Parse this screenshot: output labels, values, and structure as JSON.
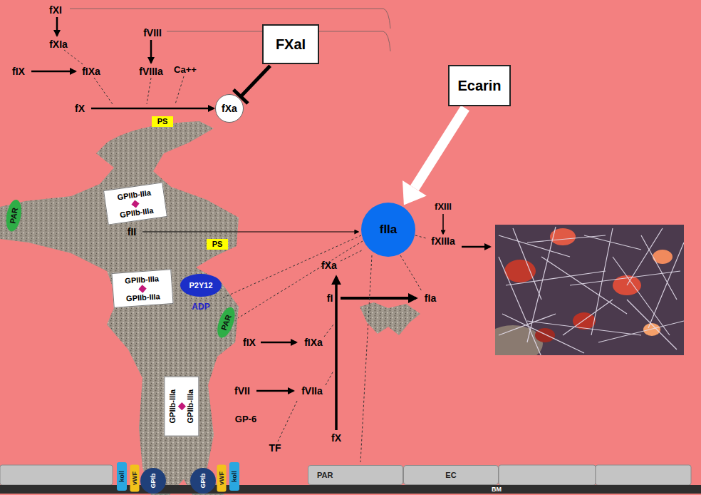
{
  "diagram": {
    "nodes": [
      {
        "text": [
          "FXaI"
        ]
      },
      {
        "text": [
          "Ecarin"
        ]
      },
      {
        "text": [
          "fXa"
        ]
      },
      {
        "text": [
          "PS"
        ]
      },
      {
        "text": [
          "PAR"
        ]
      },
      {
        "text": [
          "GPIIb-IIIa",
          "GPIIb-IIIa"
        ]
      },
      {
        "text": [
          "fIIa"
        ]
      },
      {
        "text": [
          "PS"
        ]
      },
      {
        "text": [
          "GPIIb-IIIa",
          "GPIIb-IIIa"
        ]
      },
      {
        "text": [
          "P2Y12"
        ]
      },
      {
        "text": [
          "PAR"
        ]
      },
      {
        "text": [
          "GPIIb-IIIa",
          "GPIIb-IIIa"
        ]
      },
      {
        "text": [
          "PAR"
        ]
      },
      {
        "text": [
          "EC"
        ]
      },
      {
        "text": [
          "BM"
        ]
      },
      {
        "text": [
          "koll"
        ]
      },
      {
        "text": [
          "vWF"
        ]
      },
      {
        "text": [
          "GPIb"
        ]
      },
      {
        "text": [
          "GPIb"
        ]
      },
      {
        "text": [
          "vWF"
        ]
      },
      {
        "text": [
          "koll"
        ]
      }
    ],
    "edges": [
      {
        "from": 0,
        "to": 2,
        "arrow": "to"
      },
      {
        "from": 1,
        "to": 6,
        "arrow": "to"
      }
    ],
    "labels": [
      "fXI",
      "fXIa",
      "fVIII",
      "fIX",
      "fIXa",
      "fVIIIa",
      "Ca++",
      "fX",
      "fII",
      "ADP",
      "fXIII",
      "fXIIIa",
      "fXa",
      "fI",
      "fIa",
      "fIX",
      "fIXa",
      "fVII",
      "fVIIa",
      "GP-6",
      "TF",
      "fX"
    ]
  }
}
